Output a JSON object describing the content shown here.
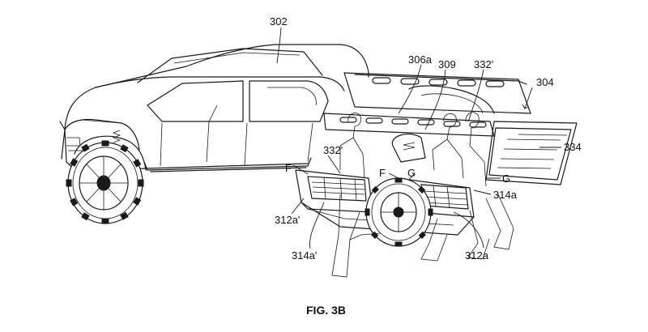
{
  "figure": {
    "caption": "FIG. 3B",
    "reference_numerals": {
      "truck": "302",
      "bed_side_panel": "304",
      "panel_detail": "306a",
      "center_structure": "309",
      "seat_upper": "332'",
      "seat_left": "332'",
      "tailgate": "334",
      "platform_right": "314a",
      "platform_left": "314a'",
      "tray_right": "312a",
      "tray_left": "312a'"
    },
    "direction_letters": {
      "f_left": "F",
      "f_center": "F",
      "g_center": "G",
      "g_right": "G"
    }
  }
}
